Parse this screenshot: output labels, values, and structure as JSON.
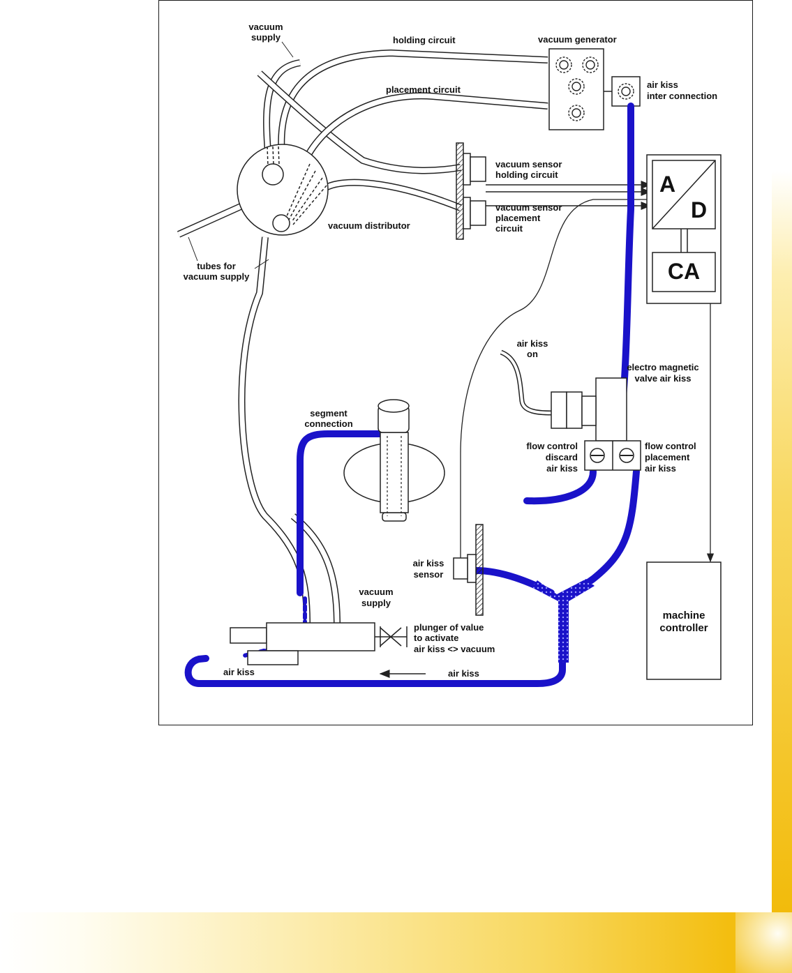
{
  "colors": {
    "air_line": "#1a12c9",
    "band_light": "#fdeeb0",
    "band_dark": "#f2bb0b"
  },
  "labels": {
    "vacuum_supply_top": [
      "vacuum",
      "supply"
    ],
    "holding_circuit": "holding circuit",
    "vacuum_generator": "vacuum generator",
    "placement_circuit": "placement circuit",
    "air_kiss_interconnection": [
      "air kiss",
      "inter connection"
    ],
    "vacuum_sensor_holding": [
      "vacuum sensor",
      "holding circuit"
    ],
    "vacuum_sensor_placement": [
      "vacuum sensor",
      "placement",
      "circuit"
    ],
    "vacuum_distributor": "vacuum distributor",
    "tubes_for_vacuum_supply": [
      "tubes for",
      "vacuum supply"
    ],
    "ad_a": "A",
    "ad_d": "D",
    "ca": "CA",
    "air_kiss_on": [
      "air kiss",
      "on"
    ],
    "electro_magnetic_valve": [
      "electro magnetic",
      "valve air kiss"
    ],
    "segment_connection": [
      "segment",
      "connection"
    ],
    "flow_control_discard": [
      "flow control",
      "discard",
      "air kiss"
    ],
    "flow_control_placement": [
      "flow control",
      "placement",
      "air kiss"
    ],
    "air_kiss_sensor": [
      "air kiss",
      "sensor"
    ],
    "vacuum_supply_bottom": [
      "vacuum",
      "supply"
    ],
    "plunger": [
      "plunger of value",
      "to activate",
      "air kiss <> vacuum"
    ],
    "air_kiss_left": "air kiss",
    "air_kiss_bottom": "air kiss",
    "machine_controller": [
      "machine",
      "controller"
    ]
  }
}
